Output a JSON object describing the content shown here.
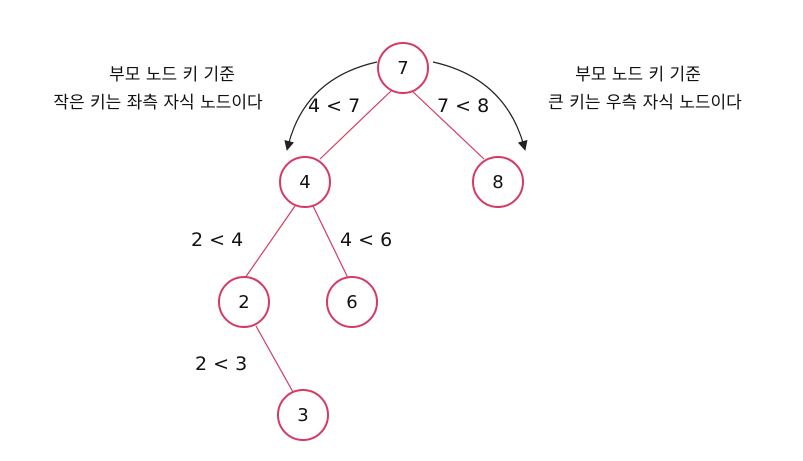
{
  "colors": {
    "node_stroke": "#d63a64",
    "edge": "#d63a64",
    "arrow": "#222222",
    "text": "#111111"
  },
  "tree": {
    "nodes": [
      {
        "id": "n7",
        "label": "7"
      },
      {
        "id": "n4",
        "label": "4"
      },
      {
        "id": "n8",
        "label": "8"
      },
      {
        "id": "n2",
        "label": "2"
      },
      {
        "id": "n6",
        "label": "6"
      },
      {
        "id": "n3",
        "label": "3"
      }
    ],
    "edges": [
      {
        "from": "n7",
        "to": "n4"
      },
      {
        "from": "n7",
        "to": "n8"
      },
      {
        "from": "n4",
        "to": "n2"
      },
      {
        "from": "n4",
        "to": "n6"
      },
      {
        "from": "n2",
        "to": "n3"
      }
    ]
  },
  "comparisons": {
    "root_left": "4 < 7",
    "root_right": "7 < 8",
    "four_left": "2 < 4",
    "four_right": "4 < 6",
    "two_right": "2 < 3"
  },
  "rules": {
    "left_line1": "부모 노드 키 기준",
    "left_line2": "작은 키는 좌측 자식 노드이다",
    "right_line1": "부모 노드 키 기준",
    "right_line2": "큰 키는 우측 자식 노드이다"
  }
}
